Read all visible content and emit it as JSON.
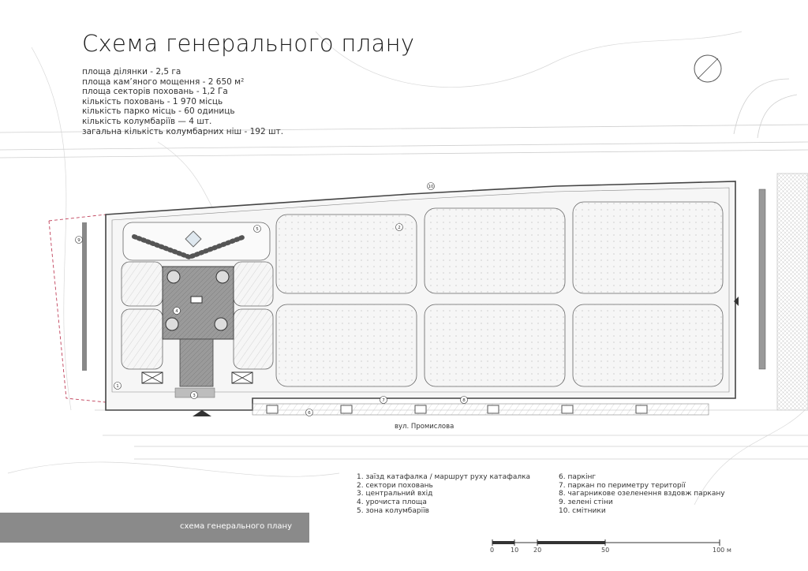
{
  "title": "Схема генерального плану",
  "stats": [
    "площа ділянки - 2,5 га",
    "площа кам’яного мощення - 2 650 м²",
    "площа секторів поховань - 1,2 Га",
    "кількість поховань - 1 970 місць",
    "кількість парко місць - 60 одиниць",
    "кількість колумбаріїв — 4 шт.",
    "загальна кількість колумбарних ніш - 192 шт."
  ],
  "legend_left": [
    "1. заїзд катафалка / маршрут руху катафалка",
    "2. сектори поховань",
    "3. центральний вхід",
    "4. урочиста площа",
    "5. зона колумбаріїв"
  ],
  "legend_right": [
    "6. паркінг",
    "7. паркан по периметру території",
    "8. чагарникове озеленення вздовж паркану",
    "9. зелені стіни",
    "10. смітники"
  ],
  "street_label": "вул. Промислова",
  "banner_label": "схема генерального плану",
  "scale_bar": {
    "labels": [
      "0",
      "10",
      "20",
      "50",
      "100 м"
    ]
  },
  "plan_markers": [
    "1",
    "2",
    "3",
    "4",
    "5",
    "6",
    "7",
    "8",
    "9",
    "10"
  ],
  "colors": {
    "line": "#555555",
    "light": "#cfcfcf",
    "boundary": "#c0405a",
    "banner": "#8a8a8a"
  }
}
